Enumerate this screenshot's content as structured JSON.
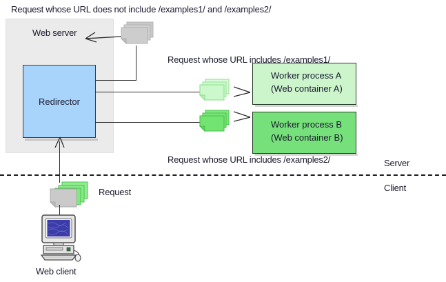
{
  "diagram": {
    "title_caption": "Request whose URL does not include /examples1/ and /examples2/",
    "zones": {
      "server_label": "Server",
      "client_label": "Client"
    },
    "server_container": {
      "label": "Web server"
    },
    "redirector": {
      "label": "Redirector"
    },
    "captions": {
      "examples1": "Request whose URL includes /examples1/",
      "examples2": "Request whose URL includes /examples2/",
      "client_request": "Request"
    },
    "workers": [
      {
        "line1": "Worker process A",
        "line2": "(Web container A)",
        "color": "#ccf5cc"
      },
      {
        "line1": "Worker process B",
        "line2": "(Web container B)",
        "color": "#76e07a"
      }
    ],
    "client": {
      "label": "Web client"
    },
    "icons": {
      "server_request_stack": "document-stack-gray-icon",
      "worker_a_request_stack": "document-stack-lightgreen-icon",
      "worker_b_request_stack": "document-stack-green-icon",
      "client_request_stack": "document-stack-mixed-icon",
      "client_computer": "desktop-computer-icon"
    },
    "colors": {
      "server_container_fill": "#ebebeb",
      "redirector_fill": "#a8d4fb",
      "worker_a_fill": "#ccf5cc",
      "worker_b_fill": "#76e07a",
      "stroke": "#1a1a2e",
      "divider": "#1b1b1b"
    }
  }
}
